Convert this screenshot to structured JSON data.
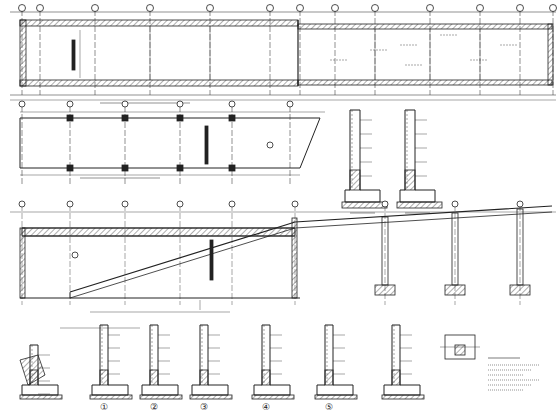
{
  "diagram": {
    "labels": [
      "①",
      "②",
      "③",
      "④",
      "⑤"
    ]
  }
}
